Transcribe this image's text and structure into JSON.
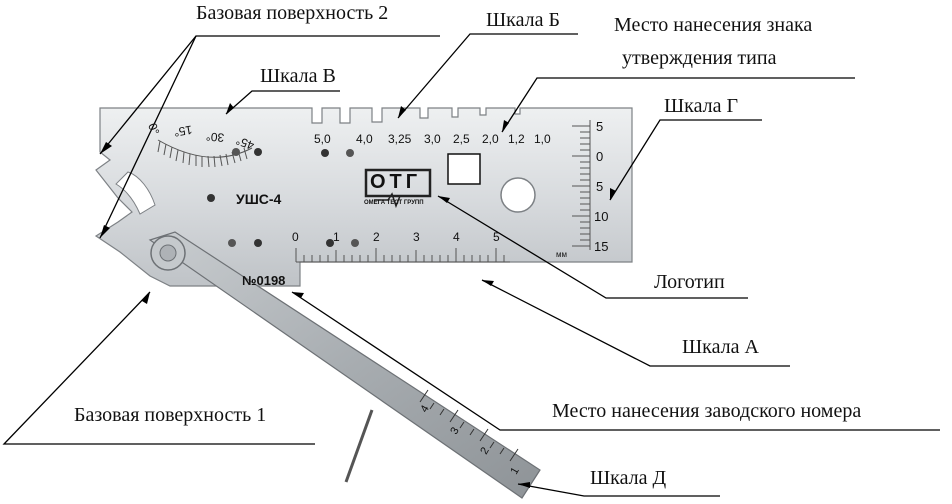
{
  "labels": {
    "base_surface_2": "Базовая поверхность 2",
    "scale_b": "Шкала Б",
    "type_mark_line1": "Место нанесения знака",
    "type_mark_line2": "утверждения типа",
    "scale_v": "Шкала В",
    "scale_g": "Шкала Г",
    "logo": "Логотип",
    "scale_a": "Шкала А",
    "serial_place": "Место нанесения заводского номера",
    "base_surface_1": "Базовая поверхность 1",
    "scale_d": "Шкала Д"
  },
  "gauge": {
    "model": "УШС-4",
    "serial": "№0198",
    "logo_text": "ОТГ",
    "logo_caption": "ОМЕГА ТЕСТ ГРУПП",
    "scale_b_ticks": [
      "5,0",
      "4,0",
      "3,25",
      "3,0",
      "2,5",
      "2,0",
      "1,2",
      "1,0"
    ],
    "scale_a_ticks": [
      "0",
      "1",
      "2",
      "3",
      "4",
      "5"
    ],
    "scale_g_ticks": [
      "5",
      "0",
      "5",
      "10",
      "15"
    ],
    "scale_g_unit": "мм",
    "scale_a_unit": "мм",
    "scale_v_ticks": [
      "0°",
      "15°",
      "30°",
      "45°"
    ],
    "scale_d_ticks": [
      "1",
      "2",
      "3",
      "4"
    ]
  },
  "colors": {
    "steel_light": "#e6e8ea",
    "steel_dark": "#9ea2a6",
    "line": "#000000"
  }
}
